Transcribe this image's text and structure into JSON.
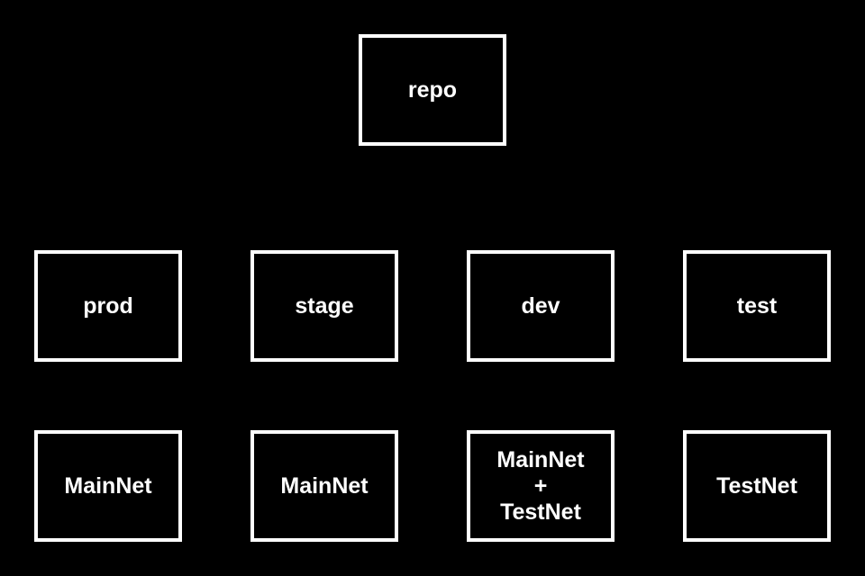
{
  "diagram": {
    "colors": {
      "background": "#000000",
      "node_border": "#ffffff",
      "node_fill": "#000000",
      "node_text": "#ffffff"
    },
    "root": {
      "label": "repo"
    },
    "environments": [
      {
        "label": "prod",
        "network": "MainNet"
      },
      {
        "label": "stage",
        "network": "MainNet"
      },
      {
        "label": "dev",
        "network": "MainNet\n+\nTestNet"
      },
      {
        "label": "test",
        "network": "TestNet"
      }
    ]
  }
}
